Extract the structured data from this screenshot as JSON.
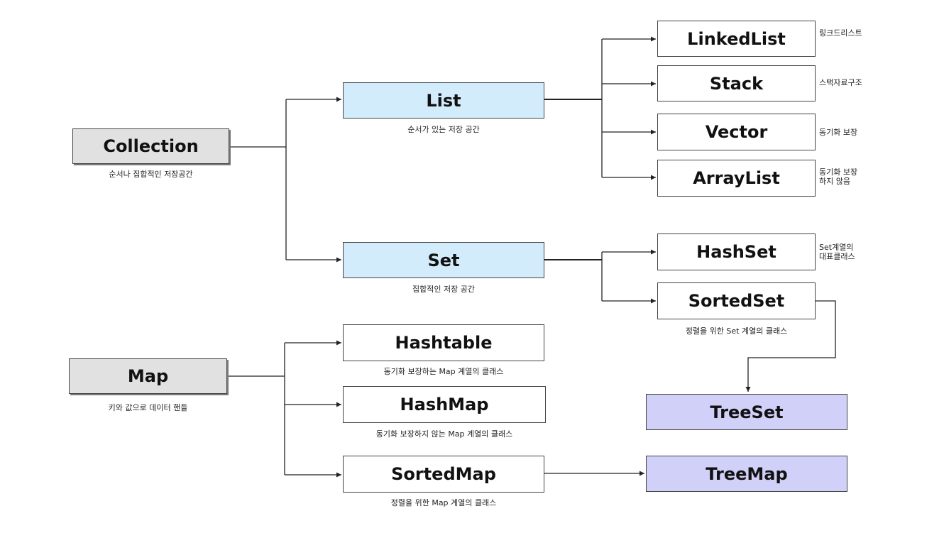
{
  "nodes": {
    "collection": "Collection",
    "map": "Map",
    "list": "List",
    "set": "Set",
    "hashtable": "Hashtable",
    "hashmap": "HashMap",
    "sortedmap": "SortedMap",
    "linkedlist": "LinkedList",
    "stack": "Stack",
    "vector": "Vector",
    "arraylist": "ArrayList",
    "hashset": "HashSet",
    "sortedset": "SortedSet",
    "treeset": "TreeSet",
    "treemap": "TreeMap"
  },
  "captions": {
    "collection": "순서나 집합적인 저장공간",
    "map": "키와 값으로 데이터 핸들",
    "list": "순서가 있는 저장 공간",
    "set": "집합적인 저장 공간",
    "hashtable": "동기화 보장하는 Map 계열의 클래스",
    "hashmap": "동기화 보장하지 않는 Map 계열의 클래스",
    "sortedmap": "정렬을 위한 Map 계열의 클래스",
    "sortedset": "정렬을 위한 Set 계열의 클래스"
  },
  "notes": {
    "linkedlist": [
      "링크드리스트"
    ],
    "stack": [
      "스택자료구조"
    ],
    "vector": [
      "동기화 보장"
    ],
    "arraylist": [
      "동기화 보장",
      "하지 않음"
    ],
    "hashset": [
      "Set계열의",
      "대표클래스"
    ]
  },
  "colors": {
    "root_fill": "#e1e1e1",
    "interface_fill": "#d3ecfb",
    "class_fill": "#ffffff",
    "impl_fill": "#d0d0f8",
    "line": "#222222"
  }
}
